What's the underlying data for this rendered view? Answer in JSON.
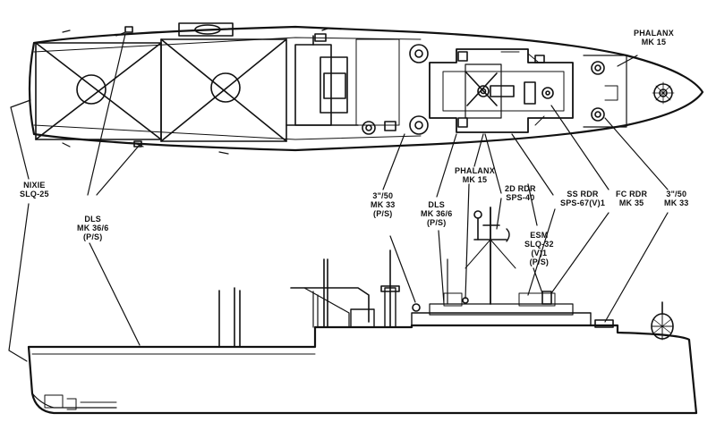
{
  "labels": {
    "phalanx_top": [
      "PHALANX",
      "MK 15"
    ],
    "phalanx_mid": [
      "PHALANX",
      "MK 15"
    ],
    "nixie": [
      "NIXIE",
      "SLQ-25"
    ],
    "dls_left": [
      "DLS",
      "MK 36/6",
      "(P/S)"
    ],
    "dls_center": [
      "DLS",
      "MK 36/6",
      "(P/S)"
    ],
    "gun_fwd": [
      "3\"/50",
      "MK 33",
      "(P/S)"
    ],
    "radar_2d": [
      "2D RDR",
      "SPS-40"
    ],
    "radar_ss": [
      "SS RDR",
      "SPS-67(V)1"
    ],
    "radar_fc": [
      "FC RDR",
      "MK 35"
    ],
    "gun_aft": [
      "3\"/50",
      "MK 33"
    ],
    "esm": [
      "ESM",
      "SLQ-32",
      "(V)1",
      "(P/S)"
    ]
  },
  "colors": {
    "ink": "#111111",
    "paper": "#ffffff"
  }
}
